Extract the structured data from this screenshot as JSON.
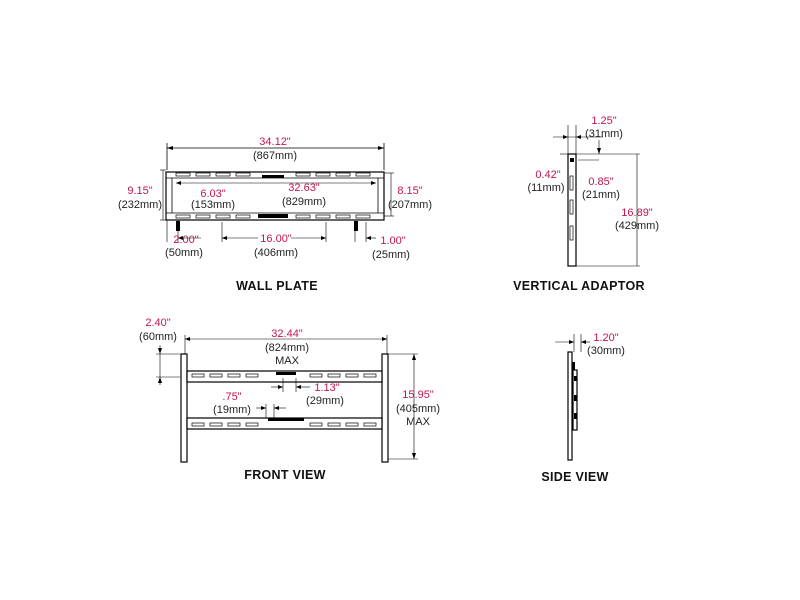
{
  "colors": {
    "dimension_text": "#c4164c",
    "metric_text": "#222222",
    "line": "#000000",
    "background": "#ffffff"
  },
  "wall_plate": {
    "title": "WALL PLATE",
    "width": {
      "in": "34.12\"",
      "mm": "(867mm)"
    },
    "height_left": {
      "in": "9.15\"",
      "mm": "(232mm)"
    },
    "height_right": {
      "in": "8.15\"",
      "mm": "(207mm)"
    },
    "slot_width": {
      "in": "32.63\"",
      "mm": "(829mm)"
    },
    "inner_offset": {
      "in": "6.03\"",
      "mm": "(153mm)"
    },
    "left_offset": {
      "in": "2.00\"",
      "mm": "(50mm)"
    },
    "stud_spacing": {
      "in": "16.00\"",
      "mm": "(406mm)"
    },
    "right_offset": {
      "in": "1.00\"",
      "mm": "(25mm)"
    }
  },
  "vertical_adaptor": {
    "title": "VERTICAL ADAPTOR",
    "top_width": {
      "in": "1.25\"",
      "mm": "(31mm)"
    },
    "left_depth": {
      "in": "0.42\"",
      "mm": "(11mm)"
    },
    "right_depth": {
      "in": "0.85\"",
      "mm": "(21mm)"
    },
    "length": {
      "in": "16.89\"",
      "mm": "(429mm)"
    }
  },
  "front_view": {
    "title": "FRONT VIEW",
    "top_offset": {
      "in": "2.40\"",
      "mm": "(60mm)"
    },
    "max_width": {
      "in": "32.44\"",
      "mm": "(824mm)",
      "note": "MAX"
    },
    "center_offset": {
      "in": "1.13\"",
      "mm": "(29mm)"
    },
    "small_offset": {
      "in": ".75\"",
      "mm": "(19mm)"
    },
    "max_height": {
      "in": "15.95\"",
      "mm": "(405mm)",
      "note": "MAX"
    }
  },
  "side_view": {
    "title": "SIDE VIEW",
    "depth": {
      "in": "1.20\"",
      "mm": "(30mm)"
    }
  }
}
